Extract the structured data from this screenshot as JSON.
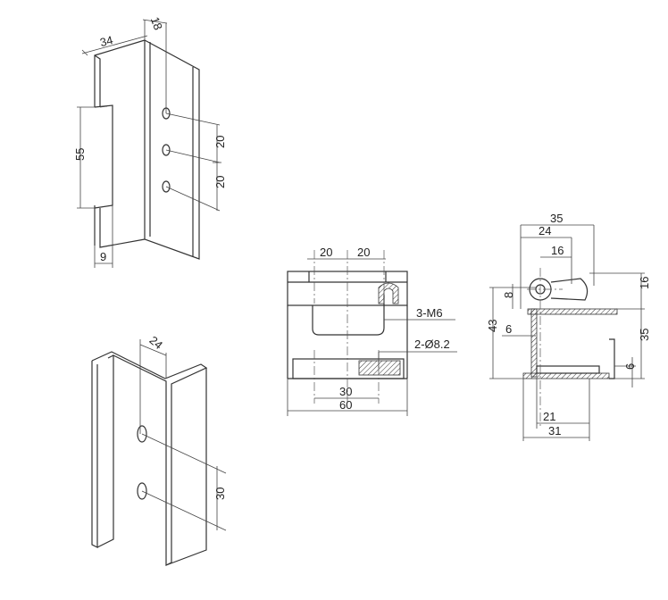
{
  "views": {
    "top_bracket": {
      "width": "34",
      "offset": "18",
      "height": "55",
      "hole_pitch_1": "20",
      "hole_pitch_2": "20",
      "bottom": "9"
    },
    "bottom_bracket": {
      "offset": "24",
      "hole_pitch": "30"
    },
    "front_view": {
      "half_left": "20",
      "half_right": "20",
      "thread": "3-M6",
      "holes": "2-Ø8.2",
      "inner": "30",
      "overall": "60"
    },
    "side_view": {
      "overall": "35",
      "mid": "24",
      "small": "16",
      "pin": "8",
      "height_left": "43",
      "wall": "6",
      "right_height": "35",
      "right_top": "16",
      "lip": "6",
      "base_inner": "21",
      "base_outer": "31"
    }
  }
}
